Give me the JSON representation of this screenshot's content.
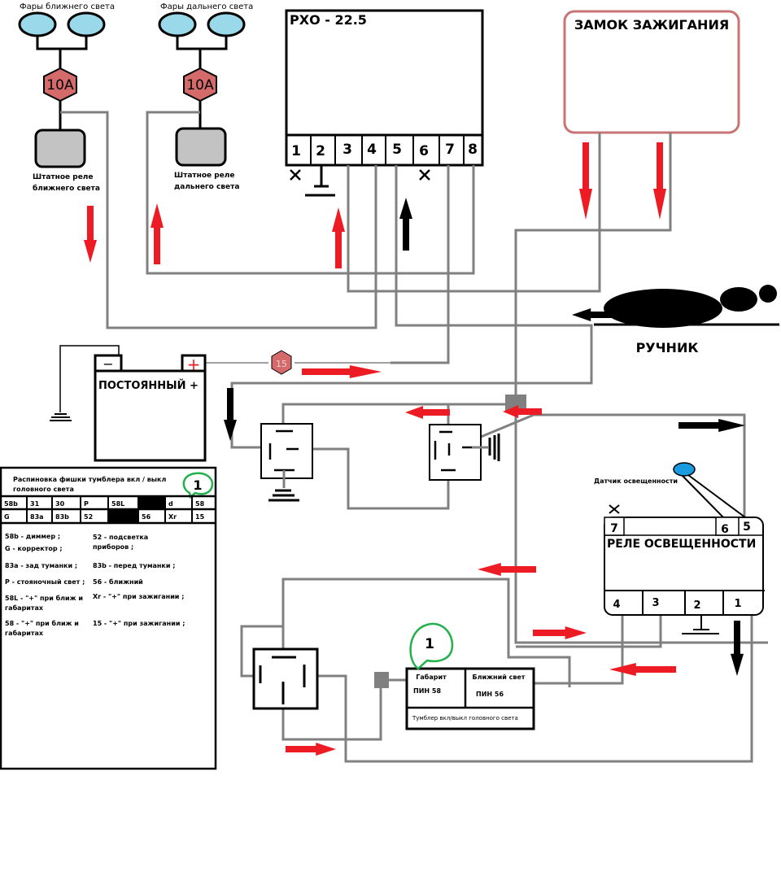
{
  "headlights": {
    "low_beam_title": "Фары ближнего света",
    "high_beam_title": "Фары дальнего света",
    "fuse_low": "10A",
    "fuse_high": "10A",
    "relay_low_line1": "Штатное реле",
    "relay_low_line2": "ближнего света",
    "relay_high_line1": "Штатное реле",
    "relay_high_line2": "дальнего света"
  },
  "rho_module": {
    "title": "РХО - 22.5",
    "pins": [
      "1",
      "2",
      "3",
      "4",
      "5",
      "6",
      "7",
      "8"
    ],
    "not_connected_mark": "✕"
  },
  "ignition": {
    "title": "ЗАМОК ЗАЖИГАНИЯ"
  },
  "handbrake": {
    "label": "РУЧНИК"
  },
  "battery": {
    "label": "ПОСТОЯННЫЙ +",
    "minus": "−",
    "plus": "+",
    "fuse": "15"
  },
  "light_relay": {
    "title": "РЕЛЕ ОСВЕЩЕННОСТИ",
    "top_pins": [
      "7",
      "6",
      "5"
    ],
    "bottom_pins": [
      "4",
      "3",
      "2",
      "1"
    ],
    "sensor_label": "Датчик освещенности",
    "not_connected_mark": "✕"
  },
  "switch": {
    "callout": "1",
    "left_title": "Габарит",
    "left_pin": "ПИН 58",
    "right_title": "Ближний свет",
    "right_pin": "ПИН 56",
    "footer": "Тумблер вкл/выкл головного света"
  },
  "pinout": {
    "title_line1": "Распиновка фишки тумблера вкл / выкл",
    "title_line2": "головного света",
    "callout": "1",
    "row1": [
      "58b",
      "31",
      "30",
      "P",
      "58L",
      "",
      "d",
      "58"
    ],
    "row2": [
      "G",
      "83a",
      "83b",
      "52",
      "",
      "56",
      "Xr",
      "15"
    ],
    "legend_left": [
      "58b - диммер ;",
      "G - корректор ;",
      "83a - зад туманки ;",
      "P - стояночный свет ;",
      "58L - \"+\" при ближ и",
      "габаритах",
      "58 - \"+\" при ближ и",
      "габаритах"
    ],
    "legend_right": [
      "52 - подсветка",
      "приборов ;",
      "83b - перед туманки ;",
      "56 - ближний",
      "Xr - \"+\" при зажигании ;",
      "15 - \"+\" при зажигании ;"
    ]
  },
  "colors": {
    "lamp": "#99d9ea",
    "fuse": "#d46a6a",
    "relay_grey": "#c3c3c3",
    "wire": "#808080",
    "arrow_red": "#ed1c24",
    "ignition_border": "#c87474",
    "callout_green": "#22b14c",
    "sensor_blue": "#1a9be0"
  }
}
